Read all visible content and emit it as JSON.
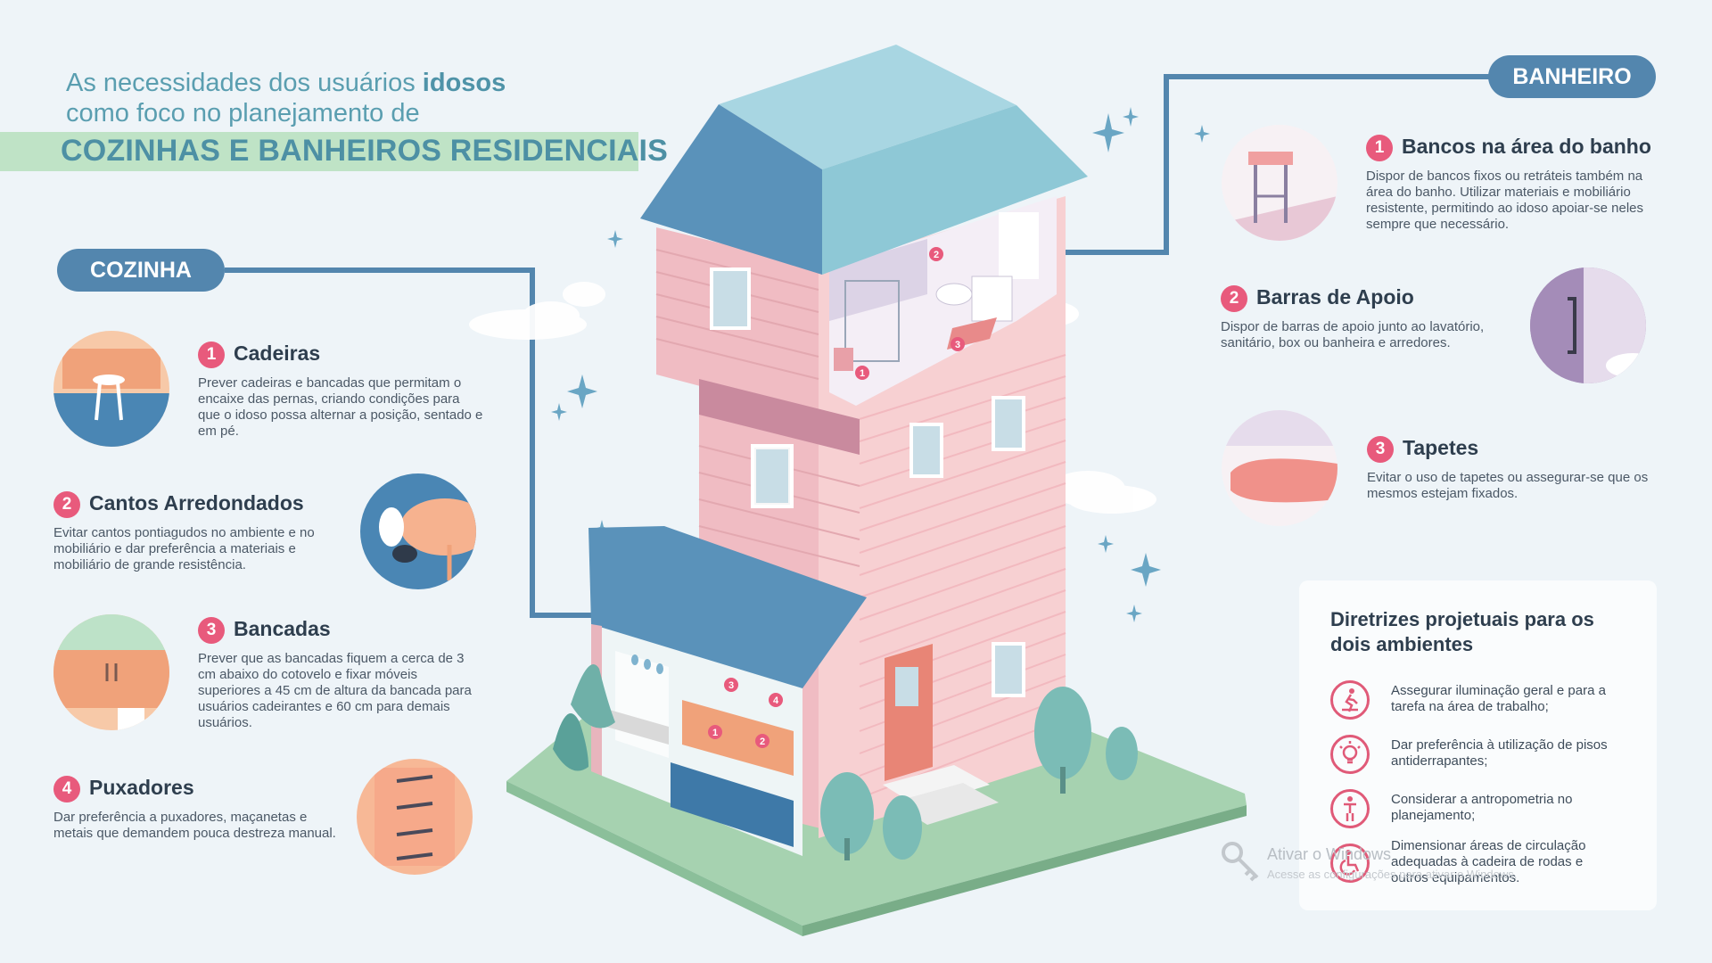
{
  "title": {
    "line1_prefix": "As necessidades dos usuários ",
    "line1_bold": "idosos",
    "line2": "como foco no planejamento de",
    "big": "COZINHAS E BANHEIROS RESIDENCIAIS"
  },
  "kitchen": {
    "label": "COZINHA",
    "items": [
      {
        "num": "1",
        "title": "Cadeiras",
        "text": "Prever cadeiras e bancadas que permitam o encaixe das pernas, criando condições para que o idoso possa alternar a posição, sentado e em pé."
      },
      {
        "num": "2",
        "title": "Cantos Arredondados",
        "text": "Evitar cantos pontiagudos no ambiente e no mobiliário e dar preferência a materiais e mobiliário de grande resistência."
      },
      {
        "num": "3",
        "title": "Bancadas",
        "text": "Prever que as bancadas fiquem a cerca de 3 cm abaixo do cotovelo e fixar móveis superiores a 45 cm de altura da bancada para usuários cadeirantes e 60 cm para demais usuários."
      },
      {
        "num": "4",
        "title": "Puxadores",
        "text": "Dar preferência a puxadores, maçanetas e metais que demandem pouca destreza manual."
      }
    ]
  },
  "bathroom": {
    "label": "BANHEIRO",
    "items": [
      {
        "num": "1",
        "title": "Bancos na área do banho",
        "text": "Dispor de bancos fixos ou retráteis também na área do banho. Utilizar materiais e mobiliário resistente, permitindo ao idoso apoiar-se neles sempre que necessário."
      },
      {
        "num": "2",
        "title": "Barras de Apoio",
        "text": "Dispor de barras de apoio junto ao lavatório, sanitário, box ou banheira e arredores."
      },
      {
        "num": "3",
        "title": "Tapetes",
        "text": "Evitar o uso de tapetes ou assegurar-se que os mesmos estejam fixados."
      }
    ]
  },
  "guidelines": {
    "title": "Diretrizes projetuais para os dois ambientes",
    "items": [
      {
        "icon": "slip-person-icon",
        "text": "Assegurar iluminação geral e para a tarefa na área de trabalho;"
      },
      {
        "icon": "light-bulb-icon",
        "text": "Dar preferência à utilização de pisos antiderrapantes;"
      },
      {
        "icon": "standing-person-icon",
        "text": "Considerar a antropometria no planejamento;"
      },
      {
        "icon": "wheelchair-icon",
        "text": "Dimensionar áreas de circulação adequadas à cadeira de rodas e outros equipamentos."
      }
    ]
  },
  "house_markers": [
    "1",
    "2",
    "3",
    "1",
    "2",
    "3",
    "4"
  ],
  "watermark": {
    "title": "Ativar o Windows",
    "subtitle": "Acesse as configurações para ativar o Windows."
  },
  "colors": {
    "accent": "#e85a7c",
    "blue": "#5386ae",
    "teal": "#5a9eb0",
    "green_band": "#bfe3c6",
    "pink_wall": "#f2c4c8",
    "roof": "#5a92ba"
  }
}
